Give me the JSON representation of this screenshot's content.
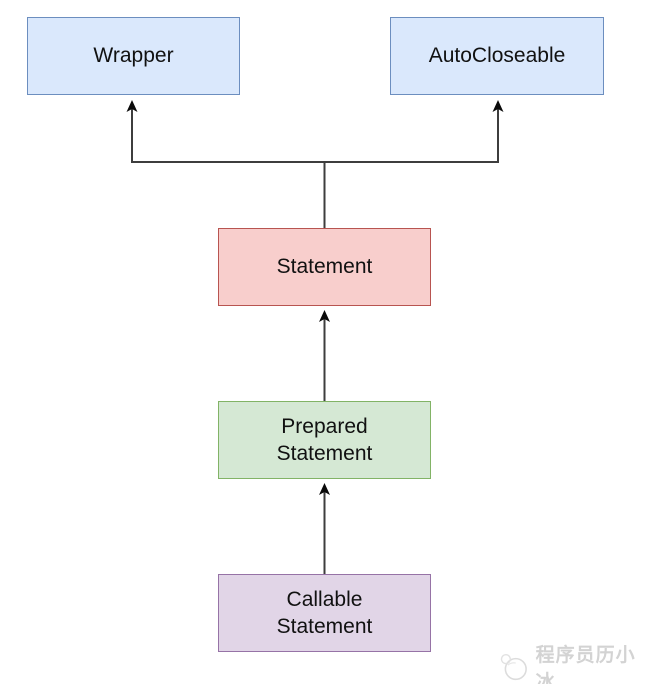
{
  "diagram": {
    "type": "class-hierarchy",
    "nodes": [
      {
        "id": "wrapper",
        "label": "Wrapper",
        "fill": "#dae8fc",
        "border": "#6c8ebf"
      },
      {
        "id": "autocloseable",
        "label": "AutoCloseable",
        "fill": "#dae8fc",
        "border": "#6c8ebf"
      },
      {
        "id": "statement",
        "label": "Statement",
        "fill": "#f8cecc",
        "border": "#b85450"
      },
      {
        "id": "prepared_statement",
        "label": "Prepared\nStatement",
        "fill": "#d5e8d4",
        "border": "#82b366"
      },
      {
        "id": "callable_statement",
        "label": "Callable\nStatement",
        "fill": "#e1d5e7",
        "border": "#9673a6"
      }
    ],
    "edges": [
      {
        "from": "statement",
        "to": "wrapper",
        "style": "arrow-up"
      },
      {
        "from": "statement",
        "to": "autocloseable",
        "style": "arrow-up"
      },
      {
        "from": "prepared_statement",
        "to": "statement",
        "style": "arrow-up"
      },
      {
        "from": "callable_statement",
        "to": "prepared_statement",
        "style": "arrow-up"
      }
    ],
    "line_color": "#3d3d3d",
    "arrowhead_color": "#0a0a0a"
  },
  "watermark": {
    "logo": "snow-circle-logo",
    "text": "程序员历小冰",
    "color": "#d3d3d3"
  }
}
